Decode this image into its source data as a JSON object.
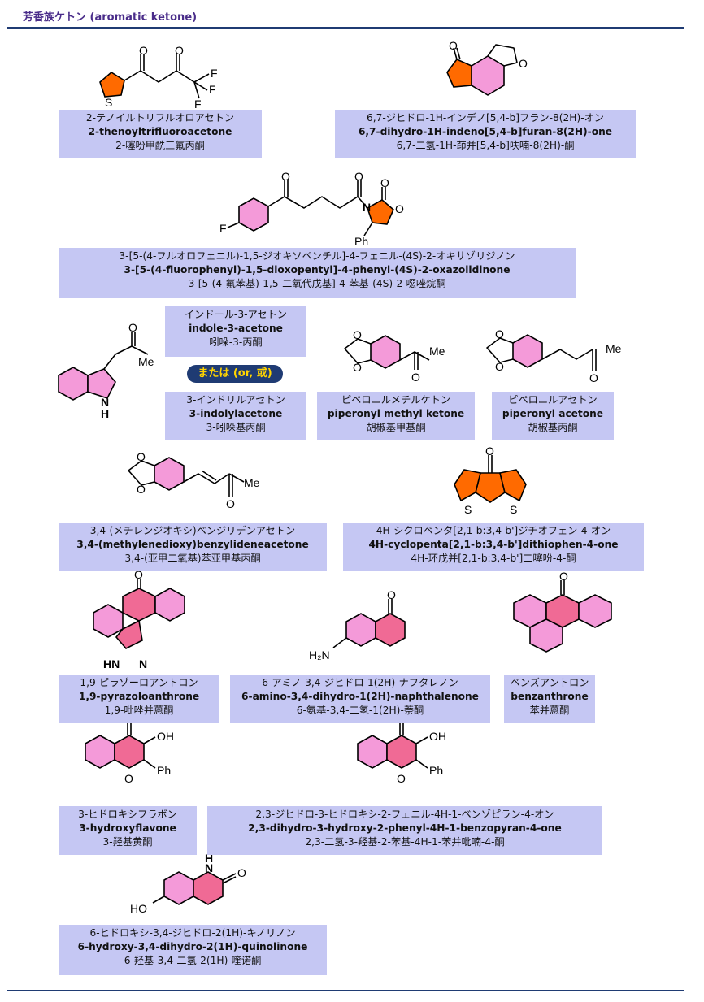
{
  "header": {
    "title": "芳香族ケトン (aromatic ketone)"
  },
  "colors": {
    "label_bg": "#c5c7f3",
    "ring_orange": "#ff6a00",
    "ring_pink": "#f49ad9",
    "ring_red": "#f06a95",
    "rule": "#1f3b73",
    "title": "#4a2d8a",
    "pill_text": "#ffd400"
  },
  "or_pill": "または (or, 或)",
  "compounds": [
    {
      "ja": "2-テノイルトリフルオロアセトン",
      "en": "2-thenoyltrifluoroacetone",
      "zh": "2-噻吩甲酰三氟丙酮"
    },
    {
      "ja": "6,7-ジヒドロ-1H-インデノ[5,4-b]フラン-8(2H)-オン",
      "en": "6,7-dihydro-1H-indeno[5,4-b]furan-8(2H)-one",
      "zh": "6,7-二氢-1H-茚并[5,4-b]呋喃-8(2H)-酮"
    },
    {
      "ja": "3-[5-(4-フルオロフェニル)-1,5-ジオキソペンチル]-4-フェニル-(4S)-2-オキサゾリジノン",
      "en": "3-[5-(4-fluorophenyl)-1,5-dioxopentyl]-4-phenyl-(4S)-2-oxazolidinone",
      "zh": "3-[5-(4-氟苯基)-1,5-二氧代戊基]-4-苯基-(4S)-2-噁唑烷酮"
    },
    {
      "ja": "インドール-3-アセトン",
      "en": "indole-3-acetone",
      "zh": "吲哚-3-丙酮"
    },
    {
      "ja": "3-インドリルアセトン",
      "en": "3-indolylacetone",
      "zh": "3-吲哚基丙酮"
    },
    {
      "ja": "ピペロニルメチルケトン",
      "en": "piperonyl methyl ketone",
      "zh": "胡椒基甲基酮"
    },
    {
      "ja": "ピペロニルアセトン",
      "en": "piperonyl acetone",
      "zh": "胡椒基丙酮"
    },
    {
      "ja": "3,4-(メチレンジオキシ)ベンジリデンアセトン",
      "en": "3,4-(methylenedioxy)benzylideneacetone",
      "zh": "3,4-(亚甲二氧基)苯亚甲基丙酮"
    },
    {
      "ja": "4H-シクロペンタ[2,1-b:3,4-b']ジチオフェン-4-オン",
      "en": "4H-cyclopenta[2,1-b:3,4-b']dithiophen-4-one",
      "zh": "4H-环戊并[2,1-b:3,4-b']二噻吩-4-酮"
    },
    {
      "ja": "1,9-ピラゾーロアントロン",
      "en": "1,9-pyrazoloanthrone",
      "zh": "1,9-吡唑并蒽酮"
    },
    {
      "ja": "6-アミノ-3,4-ジヒドロ-1(2H)-ナフタレノン",
      "en": "6-amino-3,4-dihydro-1(2H)-naphthalenone",
      "zh": "6-氨基-3,4-二氢-1(2H)-萘酮"
    },
    {
      "ja": "ベンズアントロン",
      "en": "benzanthrone",
      "zh": "苯并蒽酮"
    },
    {
      "ja": "3-ヒドロキシフラボン",
      "en": "3-hydroxyflavone",
      "zh": "3-羟基黄酮"
    },
    {
      "ja": "2,3-ジヒドロ-3-ヒドロキシ-2-フェニル-4H-1-ベンゾピラン-4-オン",
      "en": "2,3-dihydro-3-hydroxy-2-phenyl-4H-1-benzopyran-4-one",
      "zh": "2,3-二氢-3-羟基-2-苯基-4H-1-苯并吡喃-4-酮"
    },
    {
      "ja": "6-ヒドロキシ-3,4-ジヒドロ-2(1H)-キノリノン",
      "en": "6-hydroxy-3,4-dihydro-2(1H)-quinolinone",
      "zh": "6-羟基-3,4-二氢-2(1H)-喹诺酮"
    }
  ],
  "atoms": {
    "O": "O",
    "F": "F",
    "S": "S",
    "N": "N",
    "H": "H",
    "NH": "N\nH",
    "Me": "Me",
    "Ph": "Ph",
    "OH": "OH",
    "HO": "HO",
    "H2N": "H₂N",
    "HN": "HN"
  }
}
